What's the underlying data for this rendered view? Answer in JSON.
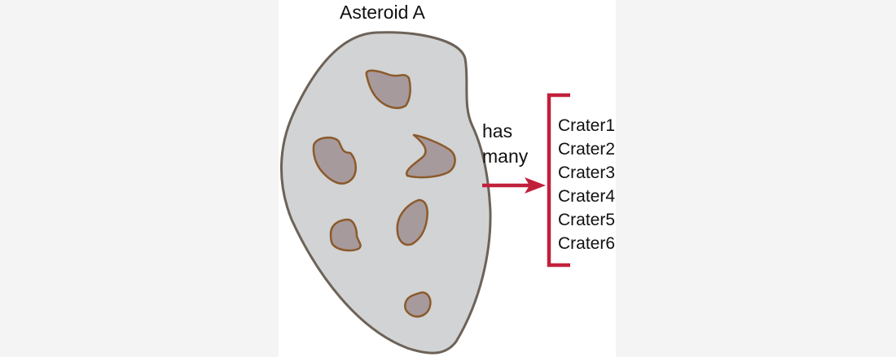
{
  "diagram": {
    "title": "Asteroid A",
    "relation_line1": "has",
    "relation_line2": "many",
    "craters": [
      "Crater1",
      "Crater2",
      "Crater3",
      "Crater4",
      "Crater5",
      "Crater6"
    ]
  },
  "colors": {
    "asteroid_fill": "#d1d3d4",
    "asteroid_stroke": "#6d6258",
    "crater_fill": "#a79a9c",
    "crater_stroke": "#8b5a2b",
    "accent_red": "#c1203b",
    "text": "#111111"
  },
  "icons": {
    "arrow": "arrow-right-icon",
    "bracket": "bracket-left-icon"
  }
}
